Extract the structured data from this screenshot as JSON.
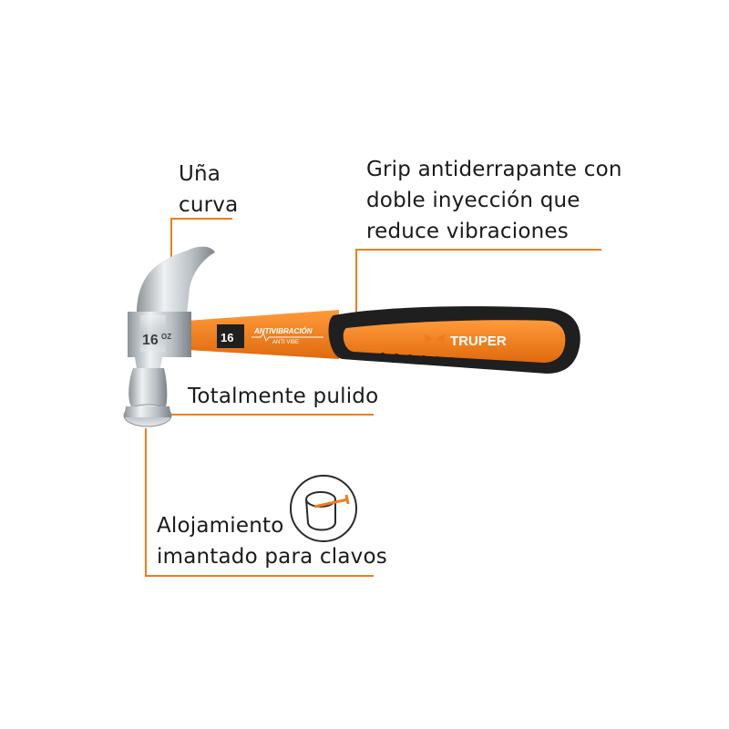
{
  "labels": {
    "claw": "Uña\ncurva",
    "grip": "Grip antiderrapante con\ndoble inyección que\nreduce vibraciones",
    "polished": "Totalmente pulido",
    "magnet": "Alojamiento\nimantado para clavos"
  },
  "product_marks": {
    "brand": "TRUPER",
    "weight_number": "16",
    "weight_unit": "OZ",
    "handle_text": "ANTIVIBRACIÓN",
    "handle_subtext": "ANTI VIBE"
  },
  "colors": {
    "accent": "#f07d1c",
    "grip_black": "#1f1f1f",
    "steel": "#c9ced2",
    "text": "#1a1a1a"
  }
}
